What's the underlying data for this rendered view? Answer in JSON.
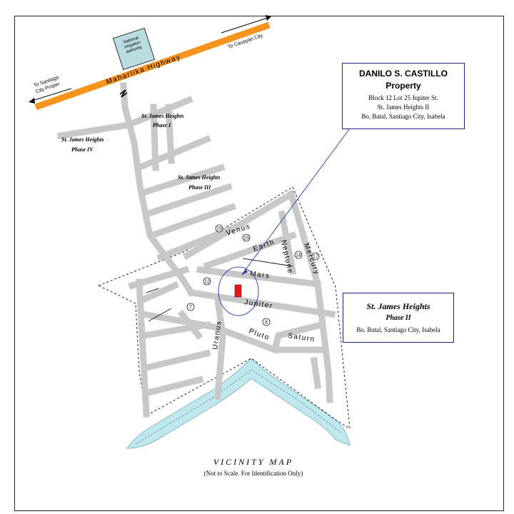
{
  "highway": {
    "name": "Maharlika Highway",
    "to_left": "To Santiago\nCity Proper",
    "to_right": "To Cauayan City",
    "color": "#f7941d"
  },
  "nia": {
    "label": "National\nIrrigation\nauthority",
    "color": "#b8dce0"
  },
  "property_box": {
    "owner": "DANILO S. CASTILLO",
    "heading": "Property",
    "line1": "Block 12 Lot 25  Jupiter St.",
    "line2": "St. James Heights II",
    "line3": "Bo. Batal, Santiago City, Isabela"
  },
  "subdivision_box": {
    "name": "St. James Heights",
    "phase": "Phase II",
    "location": "Bo. Batal, Santiago City, Isabela"
  },
  "phases": {
    "phase1": {
      "name": "St. James Heights",
      "phase": "Phase I"
    },
    "phase3": {
      "name": "St. James Heights",
      "phase": "Phase III"
    },
    "phase4": {
      "name": "St. James Heights",
      "phase": "Phase IV"
    }
  },
  "streets": {
    "venus": "Venus",
    "earth": "Earth",
    "neptune": "Neptune",
    "mercury": "Mercury",
    "mars": "Mars",
    "jupiter": "Jupiter",
    "uranus": "Uranus",
    "pluto": "Pluto",
    "saturn": "Saturn"
  },
  "block_numbers": {
    "b19": "19",
    "b15": "15",
    "b14": "14",
    "b17": "17",
    "b12": "12",
    "b7": "7",
    "b8": "8"
  },
  "map": {
    "title": "VICINITY MAP",
    "subtitle": "(Not to Scale. For Identification Only)",
    "road_color": "#c8c8c8",
    "property_color": "#e11b1b",
    "river_color": "#bfe7ec",
    "pointer_color": "#3949ab"
  }
}
